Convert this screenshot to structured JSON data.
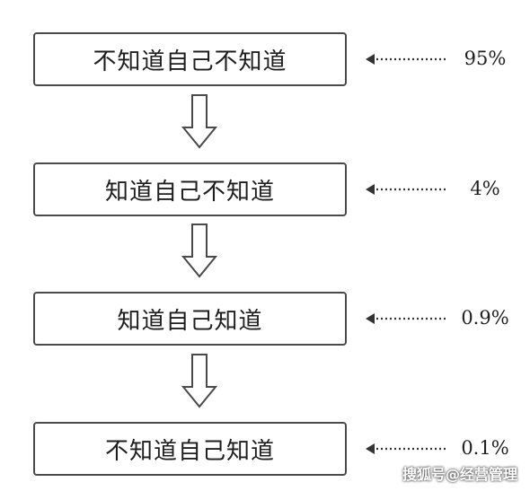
{
  "stages": [
    {
      "label": "不知道自己不知道",
      "percent": "95%"
    },
    {
      "label": "知道自己不知道",
      "percent": "4%"
    },
    {
      "label": "知道自己知道",
      "percent": "0.9%"
    },
    {
      "label": "不知道自己知道",
      "percent": "0.1%"
    }
  ],
  "watermark": "搜狐号@经营管理",
  "icons": {
    "down": "hollow-down-arrow-icon",
    "left": "dotted-left-arrow-icon"
  }
}
